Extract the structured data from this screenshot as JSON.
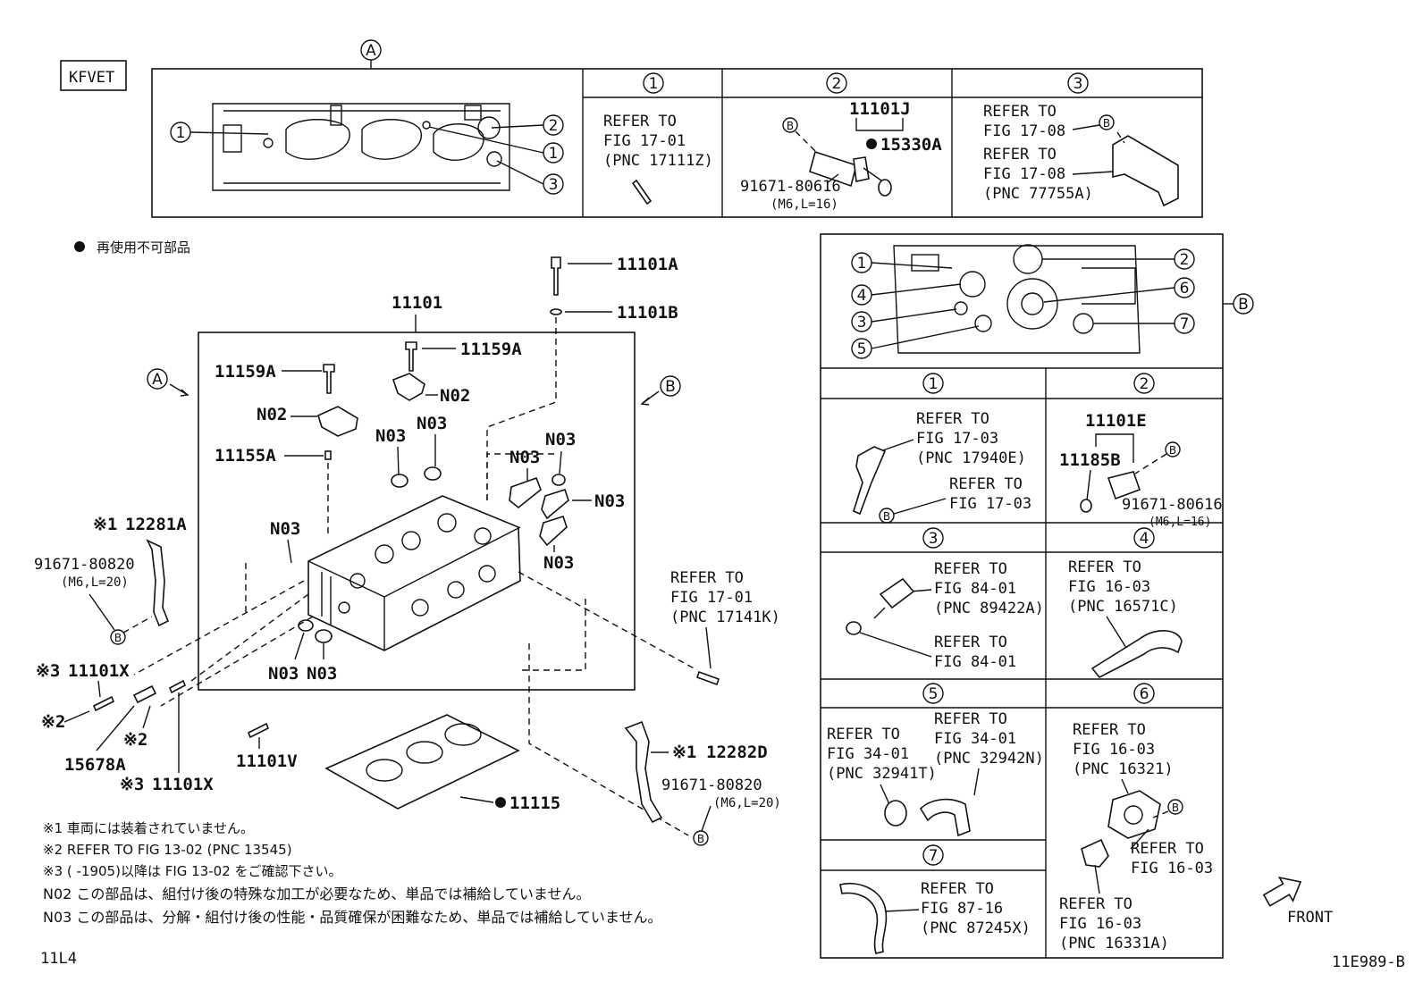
{
  "model_code": "KFVET",
  "reuse_note": "再使用不可部品",
  "figure_id": "11E989-B",
  "page_code": "11L4",
  "front_label": "FRONT",
  "detail_a": {
    "letter": "A",
    "callouts": [
      "1",
      "2",
      "1",
      "3"
    ],
    "cells": [
      {
        "num": "1",
        "lines": [
          "REFER TO",
          "FIG 17-01",
          "(PNC 17111Z)"
        ]
      },
      {
        "num": "2",
        "part": "11101J",
        "part_nr": "15330A",
        "bolt": "91671-80616",
        "bolt_spec": "(M6,L=16)",
        "tag": "B"
      },
      {
        "num": "3",
        "lines": [
          "REFER TO",
          "FIG 17-08",
          "REFER TO",
          "FIG 17-08",
          "(PNC 77755A)"
        ],
        "tag": "B"
      }
    ]
  },
  "detail_b": {
    "letter": "B",
    "callouts": [
      "1",
      "4",
      "3",
      "5",
      "2",
      "6",
      "7"
    ],
    "cells": [
      {
        "num": "1",
        "lines": [
          "REFER TO",
          "FIG 17-03",
          "(PNC 17940E)"
        ],
        "lines2": [
          "REFER TO",
          "FIG 17-03"
        ],
        "tag": "B"
      },
      {
        "num": "2",
        "part1": "11101E",
        "part2": "11185B",
        "bolt": "91671-80616",
        "bolt_spec": "(M6,L=16)",
        "tag": "B"
      },
      {
        "num": "3",
        "lines": [
          "REFER TO",
          "FIG 84-01",
          "(PNC 89422A)"
        ],
        "lines2": [
          "REFER TO",
          "FIG 84-01"
        ]
      },
      {
        "num": "4",
        "lines": [
          "REFER TO",
          "FIG 16-03",
          "(PNC 16571C)"
        ]
      },
      {
        "num": "5",
        "lines": [
          "REFER TO",
          "FIG 34-01",
          "(PNC 32941T)"
        ],
        "lines2": [
          "REFER TO",
          "FIG 34-01",
          "(PNC 32942N)"
        ]
      },
      {
        "num": "6",
        "lines": [
          "REFER TO",
          "FIG 16-03",
          "(PNC 16321)"
        ],
        "lines2": [
          "REFER TO",
          "FIG 16-03"
        ],
        "lines3": [
          "REFER TO",
          "FIG 16-03",
          "(PNC 16331A)"
        ],
        "tag": "B"
      },
      {
        "num": "7",
        "lines": [
          "REFER TO",
          "FIG 87-16",
          "(PNC 87245X)"
        ]
      }
    ]
  },
  "main": {
    "assembly": "11101",
    "view_a": "A",
    "view_b": "B",
    "labels": {
      "p11101A": "11101A",
      "p11101B": "11101B",
      "p11159A_1": "11159A",
      "p11159A_2": "11159A",
      "n02_1": "N02",
      "n02_2": "N02",
      "p11155A": "11155A",
      "n03": "N03",
      "p12281A": "12281A",
      "p12281A_mark": "※1",
      "bolt1": "91671-80820",
      "bolt1_spec": "(M6,L=20)",
      "p11101X_1": "11101X",
      "p11101X_1_mark": "※3",
      "mark2": "※2",
      "p15678A": "15678A",
      "p11101X_2": "11101X",
      "p11101X_2_mark": "※3",
      "p11101V": "11101V",
      "p11115": "11115",
      "p12282D": "12282D",
      "p12282D_mark": "※1",
      "bolt2": "91671-80820",
      "bolt2_spec": "(M6,L=20)",
      "tag_b": "B",
      "ref_17_01": [
        "REFER TO",
        "FIG 17-01",
        "(PNC 17141K)"
      ]
    }
  },
  "notes": [
    "※1 車両には装着されていません。",
    "※2 REFER TO FIG 13-02 (PNC 13545)",
    "※3 (     -1905)以降は FIG 13-02 をご確認下さい。",
    "N02 この部品は、組付け後の特殊な加工が必要なため、単品では補給していません。",
    "N03 この部品は、分解・組付け後の性能・品質確保が困難なため、単品では補給していません。"
  ]
}
